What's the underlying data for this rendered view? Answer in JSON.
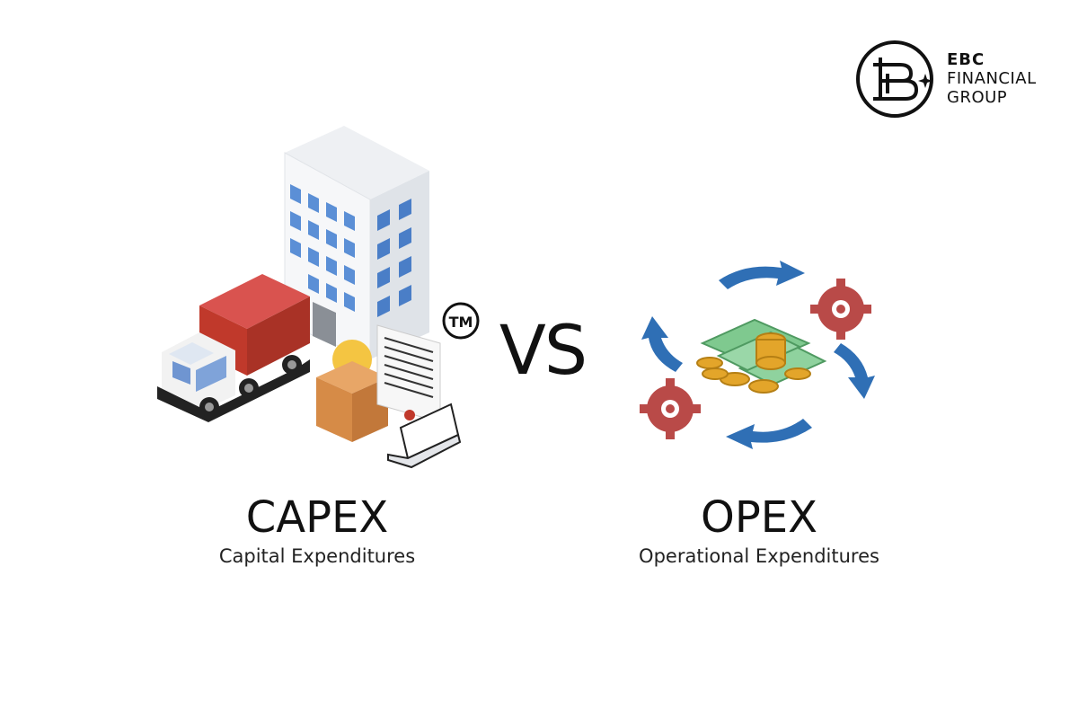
{
  "logo": {
    "brand": "EBC",
    "line1": "FINANCIAL",
    "line2": "GROUP"
  },
  "comparison": {
    "vs_label": "VS",
    "left": {
      "title": "CAPEX",
      "subtitle": "Capital Expenditures"
    },
    "right": {
      "title": "OPEX",
      "subtitle": "Operational Expenditures"
    }
  },
  "colors": {
    "text": "#111111",
    "truck_cargo": "#c0392b",
    "building_window": "#5b8fd6",
    "arrow_blue": "#2f6fb5",
    "gear_red": "#b94a48",
    "coin_gold": "#e3a52a",
    "banknote_green": "#7fc98f"
  }
}
